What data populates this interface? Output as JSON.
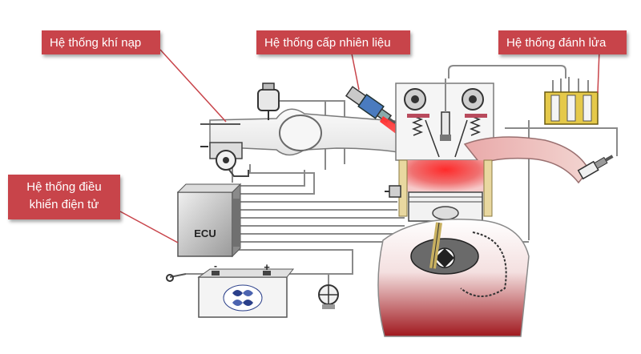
{
  "callouts": {
    "intake": "Hệ thống khí nạp",
    "fuel": "Hệ thống cấp nhiên liệu",
    "ignition": "Hệ thống đánh lửa",
    "electronic": "Hệ thống điều khiển điện tử"
  },
  "component_labels": {
    "ecu": "ECU",
    "battery_negative": "-",
    "battery_positive": "+"
  },
  "colors": {
    "callout_bg": "#c8444a",
    "callout_text": "#ffffff",
    "wiring": "#8a8a8a",
    "combustion": "#e8202a",
    "exhaust": "#e7b8b8",
    "crankcase": "#a0181e"
  },
  "icons": [
    "throttle-sensor-icon",
    "fuel-injector-icon",
    "ignition-coil-icon",
    "spark-plug-icon",
    "ecu-box-icon",
    "battery-icon",
    "relay-icon",
    "piston-icon",
    "valve-spring-icon"
  ]
}
